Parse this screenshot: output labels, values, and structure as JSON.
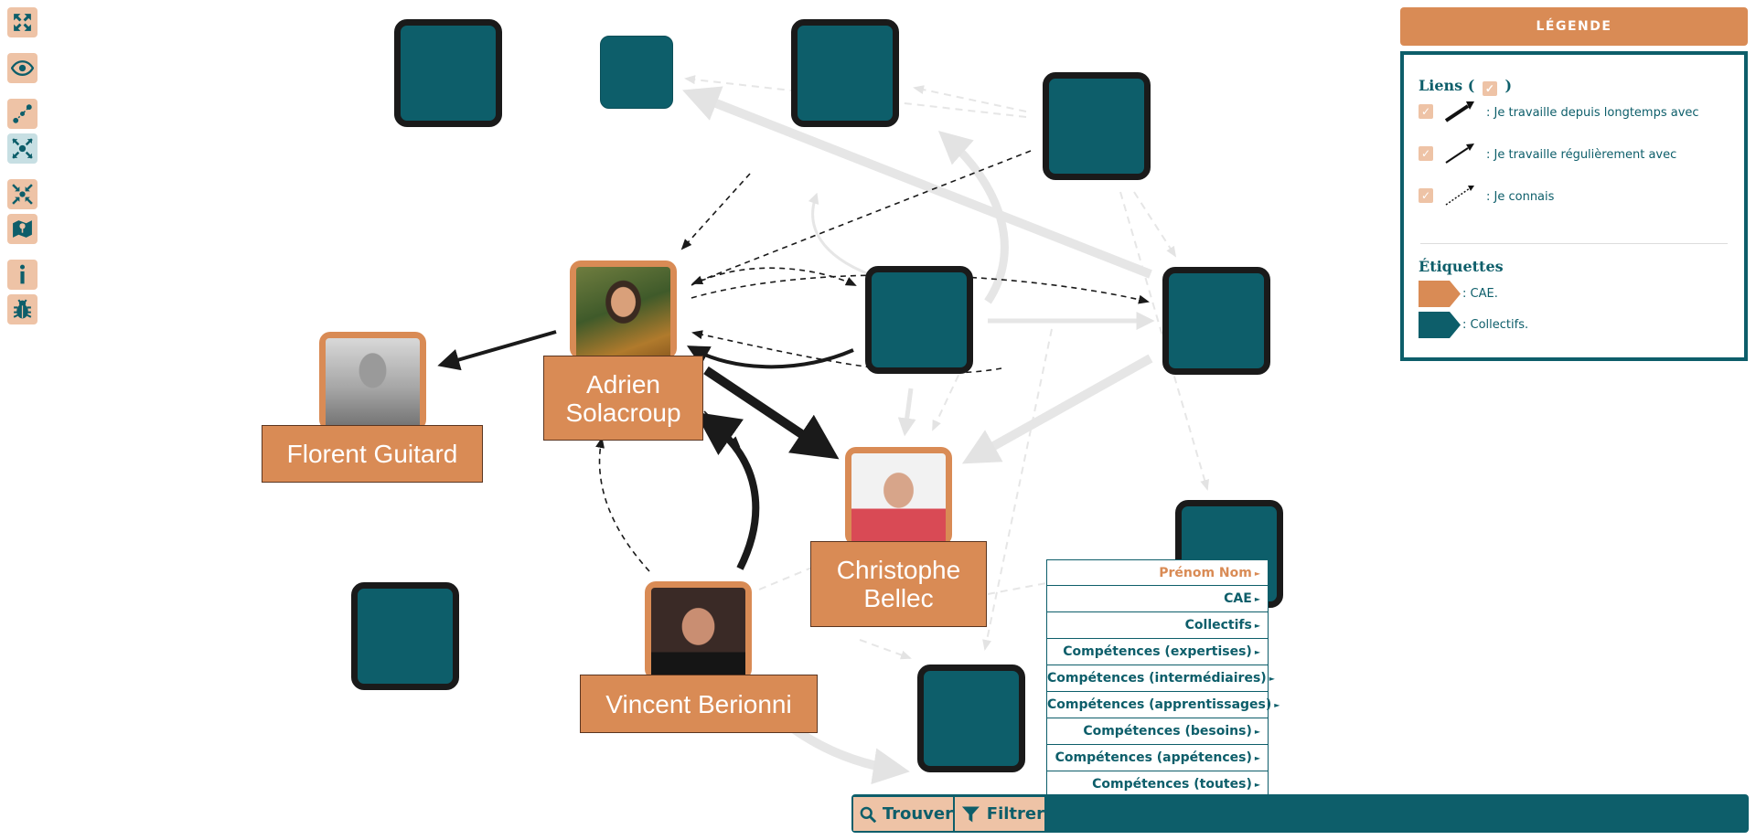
{
  "toolbar": {
    "items": [
      {
        "name": "fullscreen-icon",
        "label": ""
      },
      {
        "name": "eye-icon",
        "label": ""
      },
      {
        "name": "graph-link-icon",
        "label": ""
      },
      {
        "name": "cluster-expand-icon",
        "label": ""
      },
      {
        "name": "cluster-collapse-icon",
        "label": ""
      },
      {
        "name": "map-icon",
        "label": ""
      },
      {
        "name": "info-icon",
        "label": ""
      },
      {
        "name": "bug-icon",
        "label": ""
      }
    ]
  },
  "people": [
    {
      "id": "adrien",
      "name": "Adrien\nSolacroup"
    },
    {
      "id": "florent",
      "name": "Florent Guitard"
    },
    {
      "id": "christophe",
      "name": "Christophe\nBellec"
    },
    {
      "id": "vincent",
      "name": "Vincent Berionni"
    }
  ],
  "legend": {
    "header": "LÉGENDE",
    "links_title": "Liens (",
    "links_title_end": ")",
    "links": [
      {
        "label": ": Je travaille depuis longtemps avec",
        "style": "thick"
      },
      {
        "label": ": Je travaille régulièrement avec",
        "style": "normal"
      },
      {
        "label": ": Je connais",
        "style": "dotted"
      }
    ],
    "tags_title": "Étiquettes",
    "tags": [
      {
        "label": ": CAE.",
        "color": "#d98b55"
      },
      {
        "label": ": Collectifs.",
        "color": "#0d5e6a"
      }
    ]
  },
  "search_menu": {
    "items": [
      "Prénom Nom",
      "CAE",
      "Collectifs",
      "Compétences (expertises)",
      "Compétences (intermédiaires)",
      "Compétences (apprentissages)",
      "Compétences (besoins)",
      "Compétences (appétences)",
      "Compétences (toutes)"
    ],
    "selected": "Prénom Nom"
  },
  "bottom_bar": {
    "find_label": "Trouver",
    "filter_label": "Filtrer"
  },
  "colors": {
    "cae": "#d98b55",
    "collectif": "#0d5e6a",
    "light_button": "#eec3a6"
  }
}
